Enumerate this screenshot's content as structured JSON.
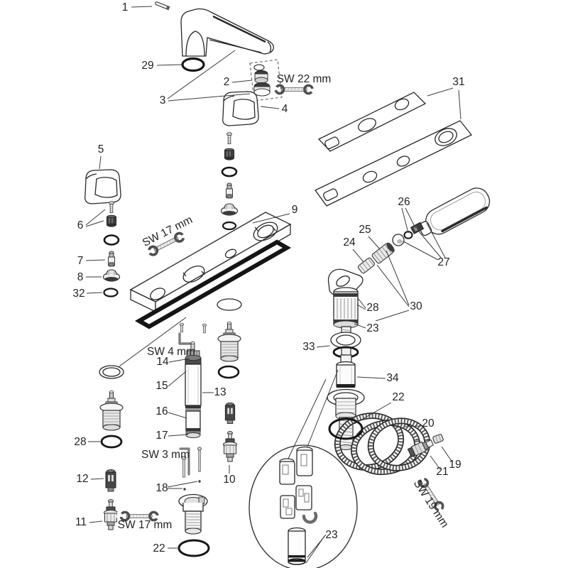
{
  "diagram": {
    "kind": "exploded-parts-diagram",
    "subject": "3-hole deck mounted bath mixer with hand shower and hose",
    "background_color": "#ffffff",
    "line_color": "#2a2627"
  },
  "part_numbers": {
    "n1": "1",
    "n2": "2",
    "n3": "3",
    "n4": "4",
    "n5": "5",
    "n6": "6",
    "n7": "7",
    "n8": "8",
    "n9": "9",
    "n10": "10",
    "n11": "11",
    "n12": "12",
    "n13": "13",
    "n14": "14",
    "n15": "15",
    "n16": "16",
    "n17": "17",
    "n18": "18",
    "n19": "19",
    "n20": "20",
    "n21": "21",
    "n22": "22",
    "n23": "23",
    "n24": "24",
    "n25": "25",
    "n26": "26",
    "n27": "27",
    "n28": "28",
    "n29": "29",
    "n30": "30",
    "n31": "31",
    "n32": "32",
    "n33": "33",
    "n34": "34"
  },
  "tool_labels": {
    "sw22": "SW 22 mm",
    "sw17": "SW 17 mm",
    "sw4": "SW 4 mm",
    "sw3": "SW 3 mm",
    "sw19": "SW 19 mm"
  }
}
